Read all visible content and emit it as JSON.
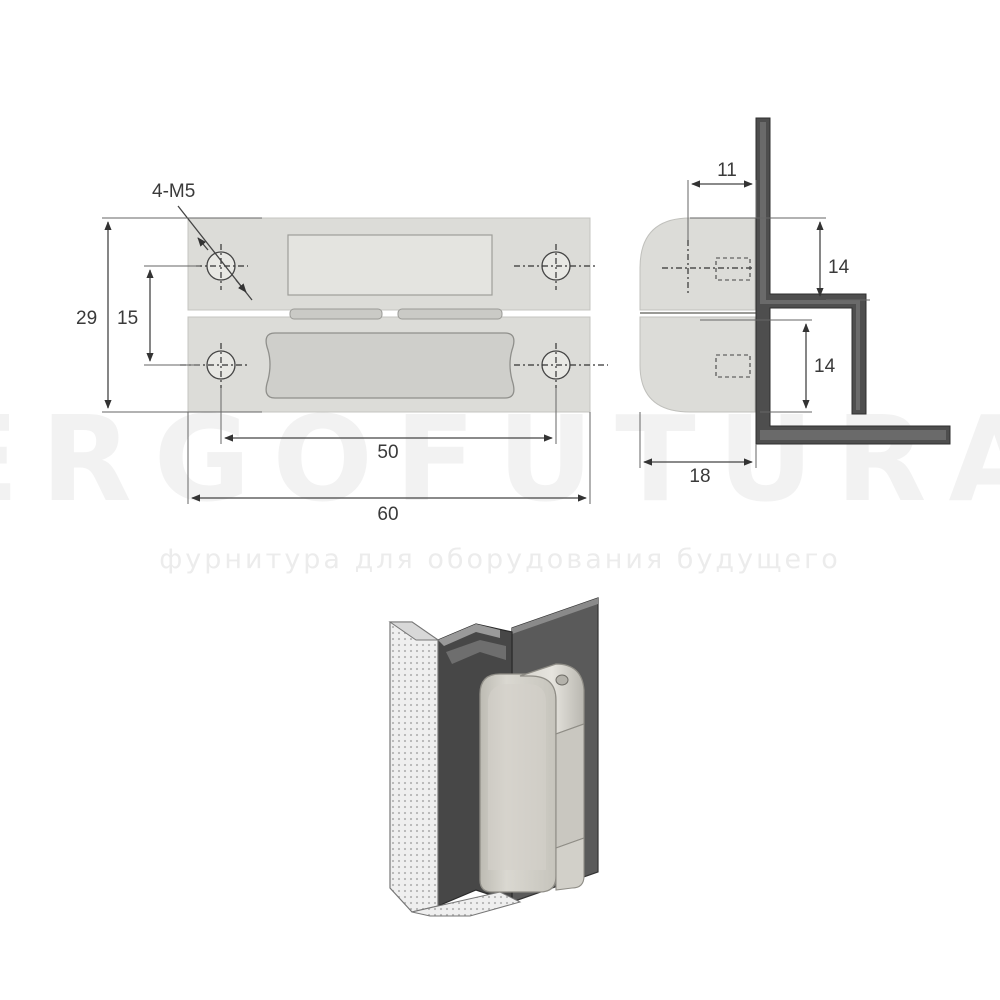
{
  "watermark": {
    "brand": "ERGOFUTURA",
    "tagline": "фурнитура для оборудования будущего"
  },
  "front_view": {
    "thread_label": "4-M5",
    "dim_height": "29",
    "dim_hole_pitch_vertical": "15",
    "dim_hole_pitch_horizontal": "50",
    "dim_width": "60"
  },
  "side_view": {
    "dim_offset": "11",
    "dim_upper_leaf": "14",
    "dim_lower_leaf": "14",
    "dim_depth": "18"
  },
  "colors": {
    "part_fill": "#dcdcd8",
    "part_edge": "#b8b8b4",
    "frame": "#4a4a4a",
    "hinge_3d": "#cfcdc6"
  }
}
